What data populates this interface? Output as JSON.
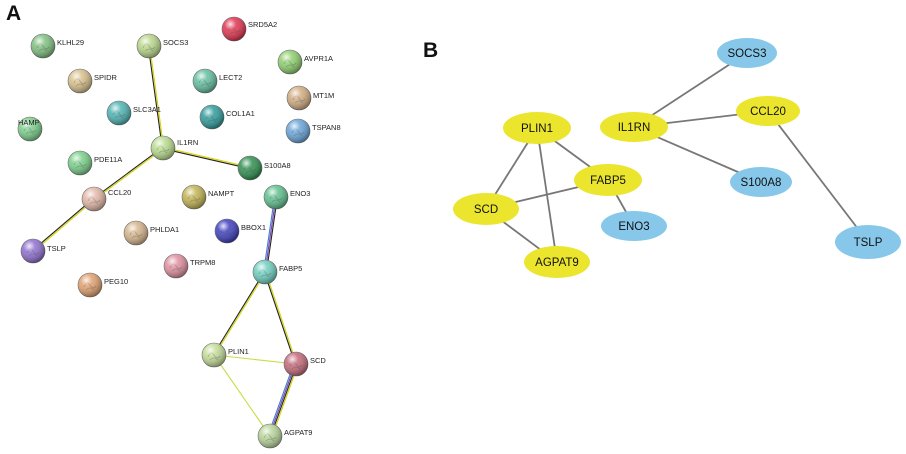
{
  "panel_a": {
    "letter": "A",
    "nodes": [
      {
        "id": "KLHL29",
        "label": "KLHL29",
        "color": "#7fbf7f"
      },
      {
        "id": "SOCS3",
        "label": "SOCS3",
        "color": "#b9d78a"
      },
      {
        "id": "SRD5A2",
        "label": "SRD5A2",
        "color": "#e0334f"
      },
      {
        "id": "AVPR1A",
        "label": "AVPR1A",
        "color": "#8fcf6f"
      },
      {
        "id": "SPIDR",
        "label": "SPIDR",
        "color": "#d8c08c"
      },
      {
        "id": "LECT2",
        "label": "LECT2",
        "color": "#64bfa0"
      },
      {
        "id": "MT1M",
        "label": "MT1M",
        "color": "#d2ad82"
      },
      {
        "id": "SLC3A1",
        "label": "SLC3A1",
        "color": "#4fb3b3"
      },
      {
        "id": "COL1A1",
        "label": "COL1A1",
        "color": "#2f9b9b"
      },
      {
        "id": "HAMP",
        "label": "HAMP",
        "color": "#7ccf8c"
      },
      {
        "id": "IL1RN",
        "label": "IL1RN",
        "color": "#b9dc8e"
      },
      {
        "id": "TSPAN8",
        "label": "TSPAN8",
        "color": "#6aa5d9"
      },
      {
        "id": "PDE11A",
        "label": "PDE11A",
        "color": "#7ad08a"
      },
      {
        "id": "S100A8",
        "label": "S100A8",
        "color": "#2f8f4f"
      },
      {
        "id": "CCL20",
        "label": "CCL20",
        "color": "#e2b7a8"
      },
      {
        "id": "NAMPT",
        "label": "NAMPT",
        "color": "#c2b352"
      },
      {
        "id": "ENO3",
        "label": "ENO3",
        "color": "#5fbf8f"
      },
      {
        "id": "BBOX1",
        "label": "BBOX1",
        "color": "#3f3fbf"
      },
      {
        "id": "PHLDA1",
        "label": "PHLDA1",
        "color": "#d6b58c"
      },
      {
        "id": "TSLP",
        "label": "TSLP",
        "color": "#8f6fcf"
      },
      {
        "id": "TRPM8",
        "label": "TRPM8",
        "color": "#e08f9f"
      },
      {
        "id": "FABP5",
        "label": "FABP5",
        "color": "#6fcfbf"
      },
      {
        "id": "PEG10",
        "label": "PEG10",
        "color": "#e0a06f"
      },
      {
        "id": "PLIN1",
        "label": "PLIN1",
        "color": "#c4dc98"
      },
      {
        "id": "SCD",
        "label": "SCD",
        "color": "#c46a7a"
      },
      {
        "id": "AGPAT9",
        "label": "AGPAT9",
        "color": "#b8d49a"
      }
    ],
    "edges": [
      {
        "from": "SOCS3",
        "to": "IL1RN",
        "strands": [
          "#d4d400",
          "#222222"
        ]
      },
      {
        "from": "IL1RN",
        "to": "S100A8",
        "strands": [
          "#d4d400",
          "#222222"
        ]
      },
      {
        "from": "IL1RN",
        "to": "CCL20",
        "strands": [
          "#d4d400",
          "#222222"
        ]
      },
      {
        "from": "CCL20",
        "to": "TSLP",
        "strands": [
          "#d4d400",
          "#222222"
        ]
      },
      {
        "from": "ENO3",
        "to": "FABP5",
        "strands": [
          "#222222",
          "#7a3fb0",
          "#3f7fd0"
        ]
      },
      {
        "from": "FABP5",
        "to": "PLIN1",
        "strands": [
          "#d4d400",
          "#222222"
        ]
      },
      {
        "from": "FABP5",
        "to": "SCD",
        "strands": [
          "#d4d400",
          "#222222"
        ]
      },
      {
        "from": "PLIN1",
        "to": "SCD",
        "strands": [
          "#c8dc40"
        ]
      },
      {
        "from": "PLIN1",
        "to": "AGPAT9",
        "strands": [
          "#c8dc40"
        ]
      },
      {
        "from": "SCD",
        "to": "AGPAT9",
        "strands": [
          "#d4d400",
          "#222222",
          "#7a3fb0",
          "#3f7fd0"
        ]
      }
    ]
  },
  "panel_b": {
    "letter": "B",
    "colors": {
      "yellow": "#ebe52e",
      "blue": "#87c7ea",
      "edge": "#777777"
    },
    "nodes": [
      {
        "id": "SOCS3",
        "label": "SOCS3",
        "group": "blue"
      },
      {
        "id": "IL1RN",
        "label": "IL1RN",
        "group": "yellow"
      },
      {
        "id": "CCL20",
        "label": "CCL20",
        "group": "yellow"
      },
      {
        "id": "PLIN1",
        "label": "PLIN1",
        "group": "yellow"
      },
      {
        "id": "FABP5",
        "label": "FABP5",
        "group": "yellow"
      },
      {
        "id": "S100A8",
        "label": "S100A8",
        "group": "blue"
      },
      {
        "id": "SCD",
        "label": "SCD",
        "group": "yellow"
      },
      {
        "id": "ENO3",
        "label": "ENO3",
        "group": "blue"
      },
      {
        "id": "TSLP",
        "label": "TSLP",
        "group": "blue"
      },
      {
        "id": "AGPAT9",
        "label": "AGPAT9",
        "group": "yellow"
      }
    ],
    "edges": [
      {
        "from": "SOCS3",
        "to": "IL1RN"
      },
      {
        "from": "IL1RN",
        "to": "CCL20"
      },
      {
        "from": "IL1RN",
        "to": "S100A8"
      },
      {
        "from": "CCL20",
        "to": "TSLP"
      },
      {
        "from": "PLIN1",
        "to": "FABP5"
      },
      {
        "from": "PLIN1",
        "to": "SCD"
      },
      {
        "from": "PLIN1",
        "to": "AGPAT9"
      },
      {
        "from": "FABP5",
        "to": "SCD"
      },
      {
        "from": "FABP5",
        "to": "ENO3"
      },
      {
        "from": "SCD",
        "to": "AGPAT9"
      }
    ]
  }
}
